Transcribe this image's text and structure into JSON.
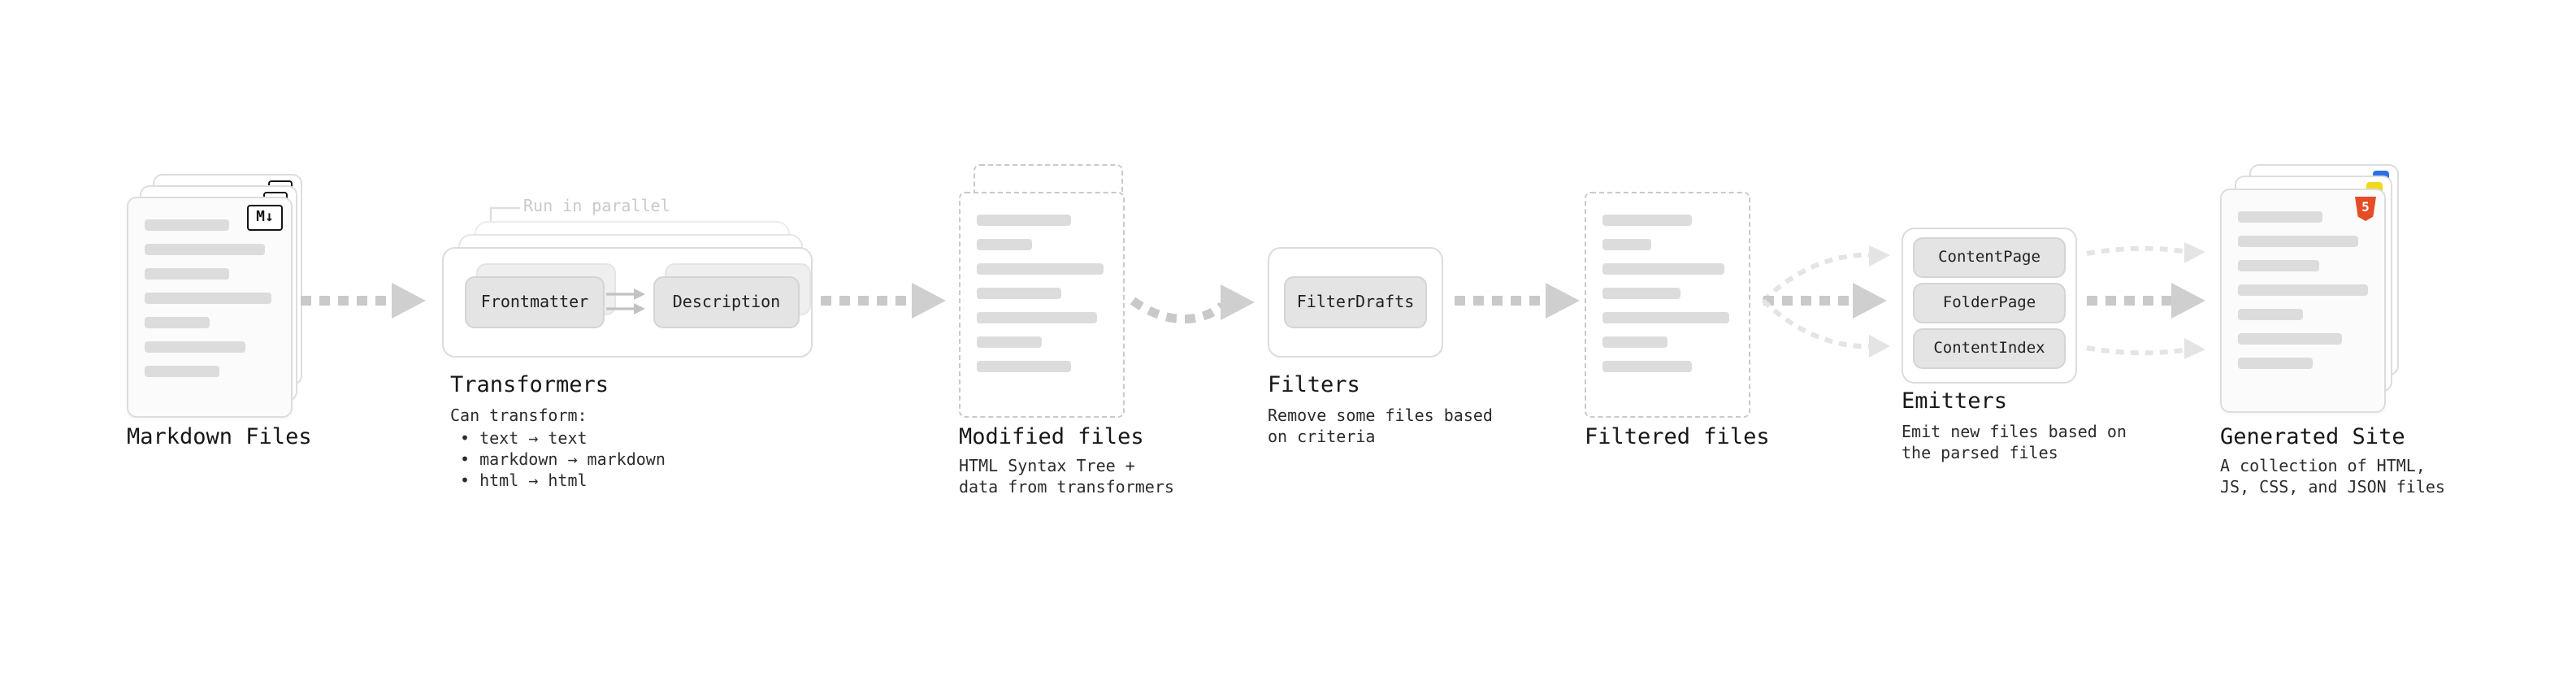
{
  "nodes": {
    "markdown_files": {
      "label": "Markdown Files",
      "badge": "M↓"
    },
    "transformers": {
      "label": "Transformers",
      "annotation": "Run in parallel",
      "chips": [
        "Frontmatter",
        "Description"
      ],
      "caption_title": "Can transform:",
      "caption_items": [
        "• text → text",
        "• markdown → markdown",
        "• html → html"
      ]
    },
    "modified_files": {
      "label": "Modified files",
      "caption": [
        "HTML Syntax Tree +",
        "data from transformers"
      ]
    },
    "filters": {
      "label": "Filters",
      "chips": [
        "FilterDrafts"
      ],
      "caption": [
        "Remove some files based",
        "on criteria"
      ]
    },
    "filtered_files": {
      "label": "Filtered files"
    },
    "emitters": {
      "label": "Emitters",
      "chips": [
        "ContentPage",
        "FolderPage",
        "ContentIndex"
      ],
      "caption": [
        "Emit new files based on",
        "the parsed files"
      ]
    },
    "generated_site": {
      "label": "Generated Site",
      "badge": "5",
      "caption": [
        "A collection of HTML,",
        "JS, CSS, and JSON files"
      ]
    }
  },
  "colors": {
    "arrow": "#c9c9c9",
    "arrow_light": "#e4e4e4",
    "html5_orange": "#e44d26",
    "js_yellow": "#f0d81c",
    "css_blue": "#2f6fe4"
  }
}
